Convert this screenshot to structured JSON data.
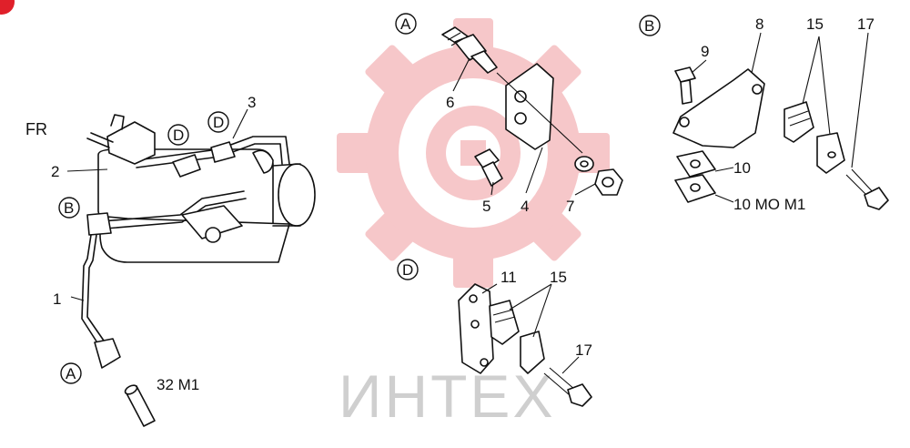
{
  "detail_markers": {
    "a_top": "A",
    "b_top": "B",
    "d_left": "D",
    "d_right": "D",
    "b_left": "B",
    "a_bottom": "A",
    "d_bottom": "D"
  },
  "labels": {
    "fr": "FR",
    "n1": "1",
    "n2": "2",
    "n3": "3",
    "n4": "4",
    "n5": "5",
    "n6": "6",
    "n7": "7",
    "n8": "8",
    "n9": "9",
    "n10a": "10",
    "n10b": "10 MO M1",
    "n11": "11",
    "n15a": "15",
    "n15b": "15",
    "n17a": "17",
    "n17b": "17",
    "n32": "32 M1"
  },
  "watermark": {
    "text": "ИНТЕХ",
    "color": "#f6c7c9"
  },
  "corner_badge_color": "#e0202a"
}
